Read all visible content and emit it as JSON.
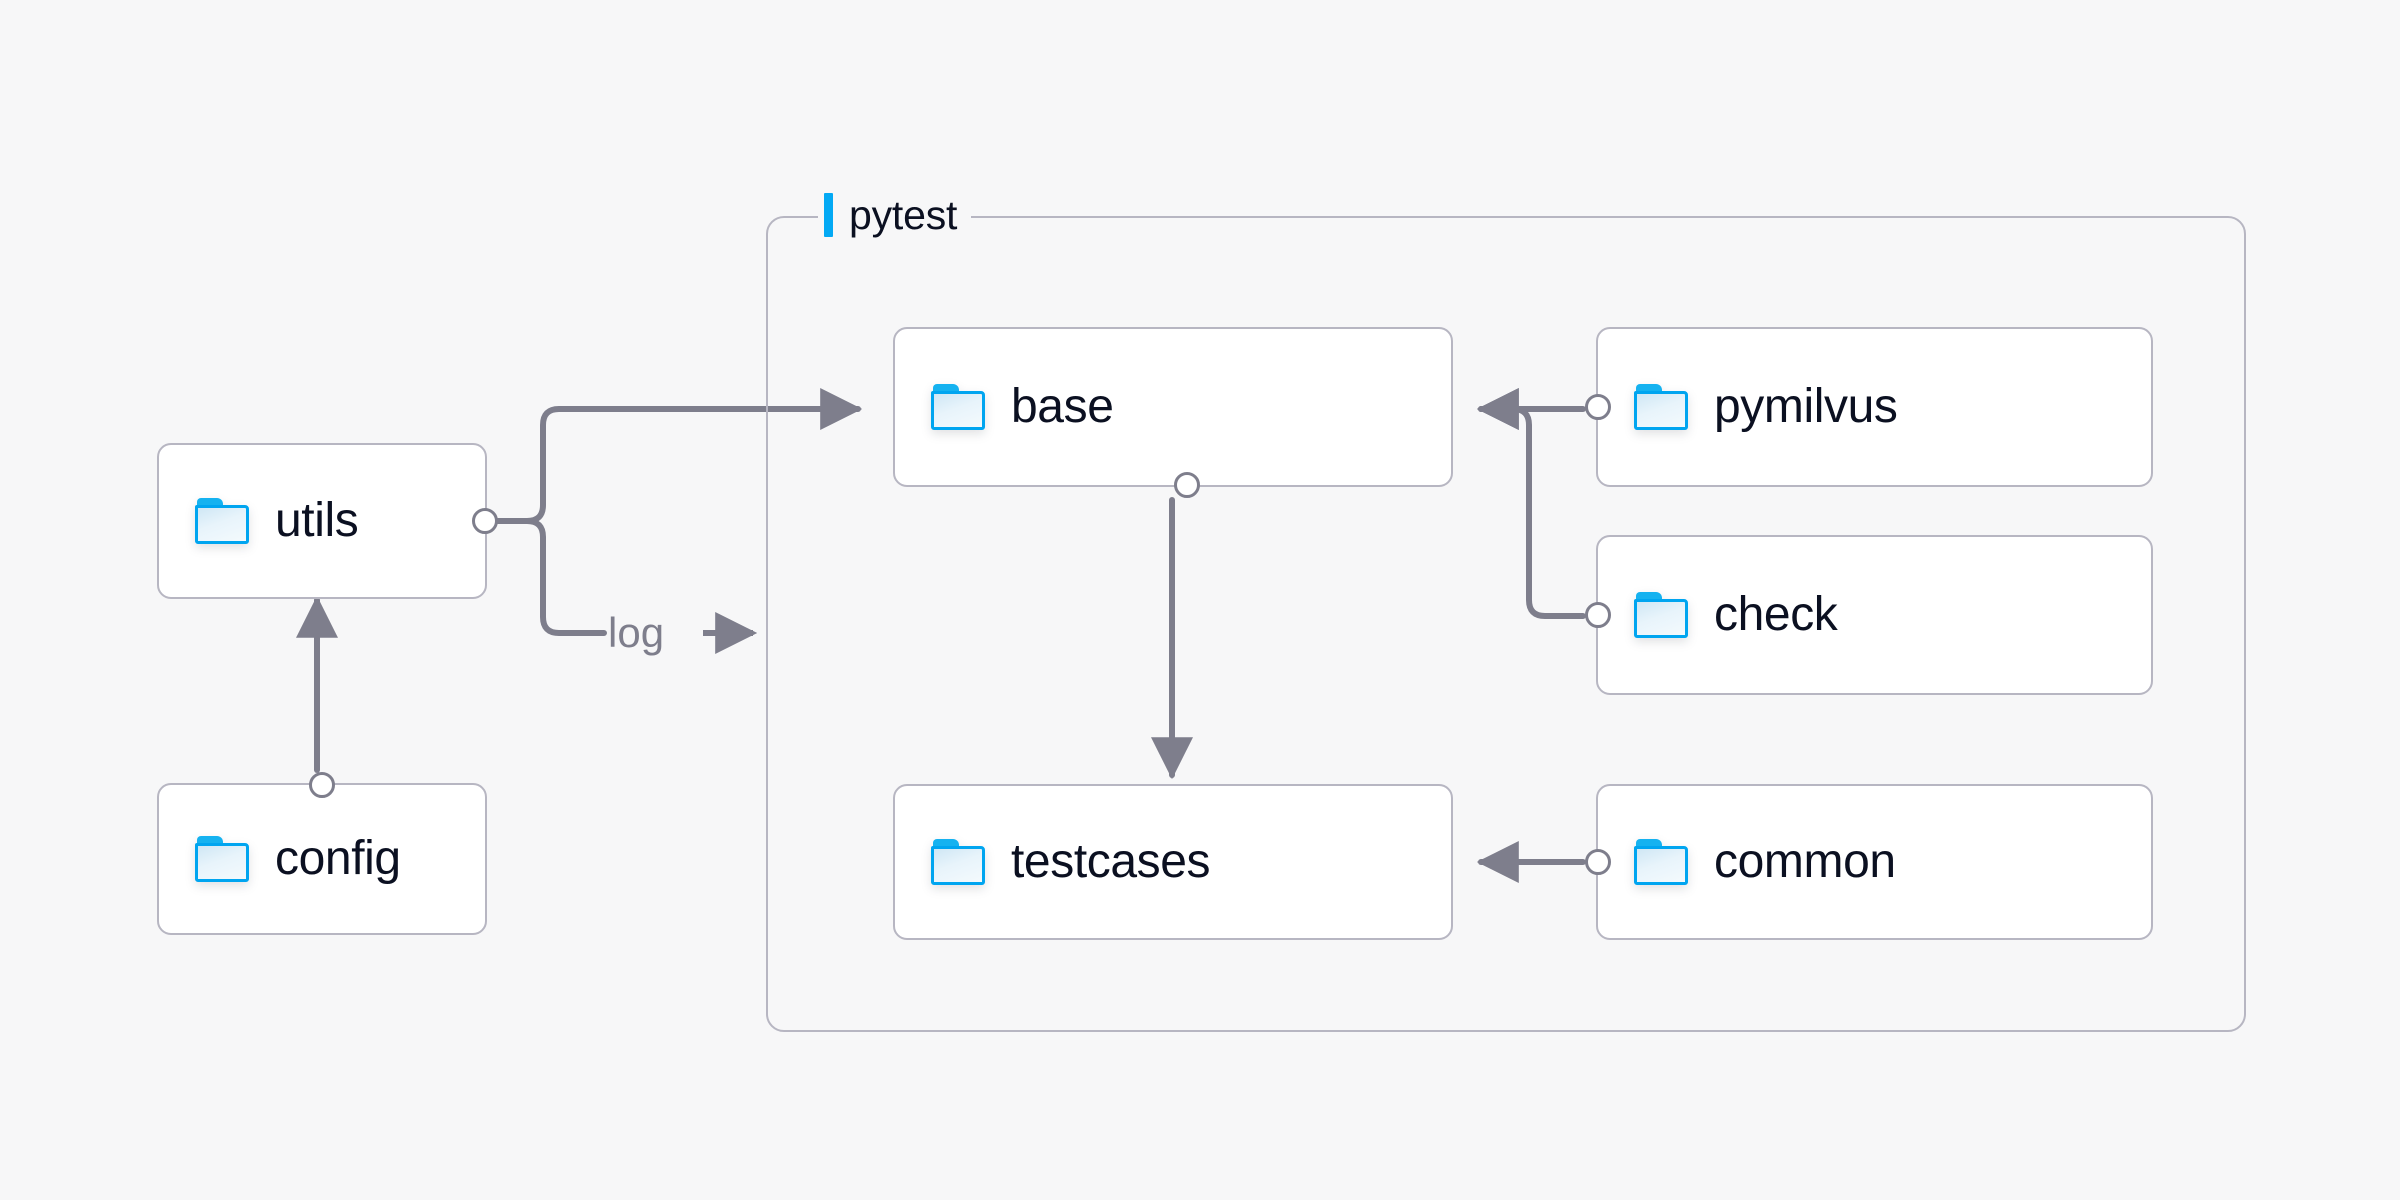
{
  "canvas": {
    "background_color": "#f7f7f8",
    "node_border_color": "#b7b6c2",
    "node_fill_color": "#ffffff",
    "edge_color": "#7e7e8c",
    "accent_color": "#03a9f4",
    "text_color": "#0b1021"
  },
  "group": {
    "label": "pytest",
    "accent_color": "#03a9f4"
  },
  "nodes": [
    {
      "id": "utils",
      "label": "utils",
      "icon": "folder-icon"
    },
    {
      "id": "config",
      "label": "config",
      "icon": "folder-icon"
    },
    {
      "id": "base",
      "label": "base",
      "icon": "folder-icon"
    },
    {
      "id": "testcases",
      "label": "testcases",
      "icon": "folder-icon"
    },
    {
      "id": "pymilvus",
      "label": "pymilvus",
      "icon": "folder-icon"
    },
    {
      "id": "check",
      "label": "check",
      "icon": "folder-icon"
    },
    {
      "id": "common",
      "label": "common",
      "icon": "folder-icon"
    }
  ],
  "edges": [
    {
      "id": "utils-base",
      "from": "utils",
      "to": "base",
      "label": ""
    },
    {
      "id": "utils-log",
      "from": "utils",
      "to": "pytest",
      "label": "log"
    },
    {
      "id": "config-utils",
      "from": "config",
      "to": "utils",
      "label": ""
    },
    {
      "id": "base-testcases",
      "from": "base",
      "to": "testcases",
      "label": ""
    },
    {
      "id": "pymilvus-base",
      "from": "pymilvus",
      "to": "base",
      "label": ""
    },
    {
      "id": "check-base",
      "from": "check",
      "to": "base",
      "label": ""
    },
    {
      "id": "common-testcases",
      "from": "common",
      "to": "testcases",
      "label": ""
    }
  ]
}
